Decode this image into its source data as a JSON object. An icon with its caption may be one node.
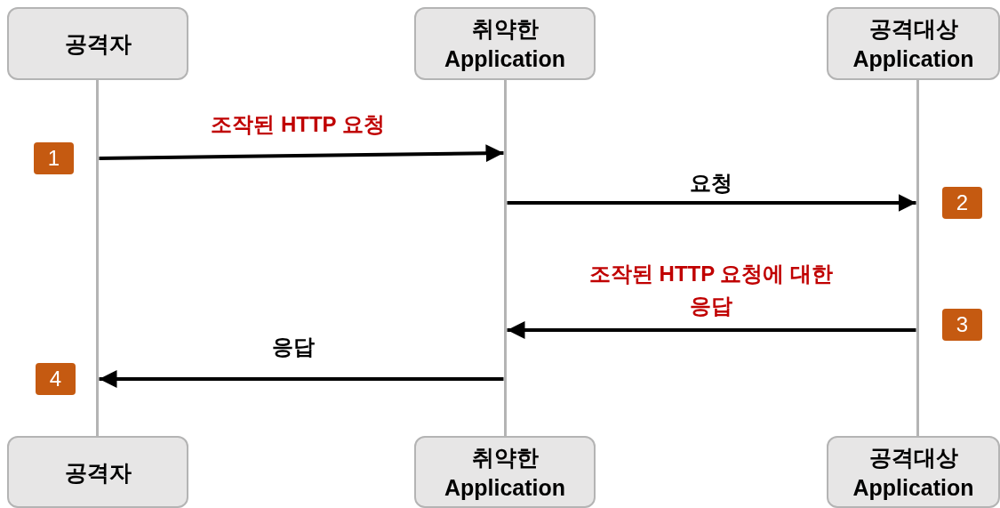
{
  "diagram": {
    "nodes": [
      {
        "text": [
          "공격자"
        ]
      },
      {
        "text": [
          "취약한 Application"
        ]
      },
      {
        "text": [
          "공격대상 Application"
        ]
      },
      {
        "text": [
          "공격자"
        ]
      },
      {
        "text": [
          "취약한 Application"
        ]
      },
      {
        "text": [
          "공격대상 Application"
        ]
      },
      {
        "text": [],
        "shape": "bar"
      },
      {
        "text": [],
        "shape": "bar"
      },
      {
        "text": [],
        "shape": "bar"
      },
      {
        "text": [
          "1"
        ]
      },
      {
        "text": [
          "2"
        ]
      },
      {
        "text": [
          "3"
        ]
      },
      {
        "text": [
          "4"
        ]
      }
    ],
    "edges": [
      {
        "from": 6,
        "to": 7,
        "arrow": "to",
        "label": "조작된 HTTP 요청"
      },
      {
        "from": 7,
        "to": 8,
        "arrow": "to",
        "label": "요청"
      },
      {
        "from": 8,
        "to": 7,
        "arrow": "to",
        "label": "조작된 HTTP 요청에 대한 응답"
      },
      {
        "from": 7,
        "to": 6,
        "arrow": "to",
        "label": "응답"
      }
    ]
  }
}
